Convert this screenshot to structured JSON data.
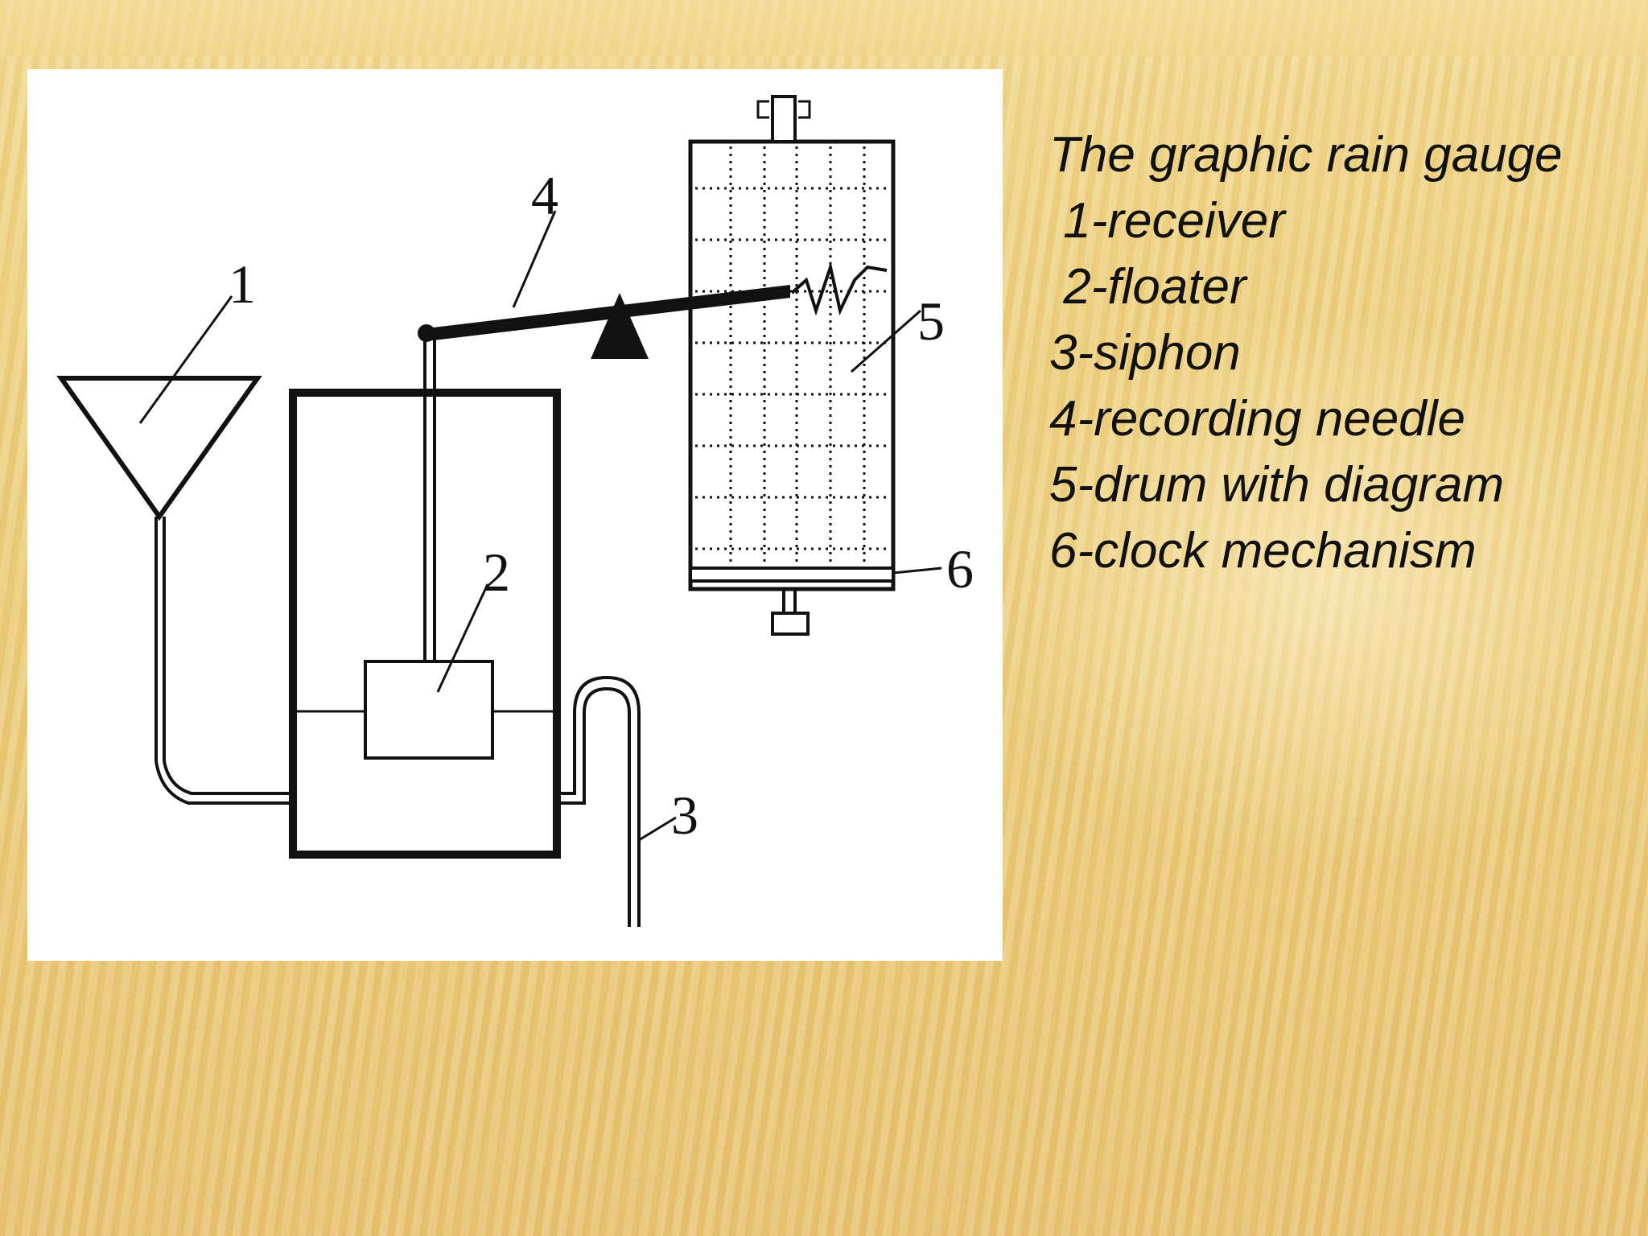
{
  "caption": {
    "title": "The graphic rain gauge",
    "items": [
      " 1-receiver",
      " 2-floater",
      "3-siphon",
      "4-recording needle",
      "5-drum with diagram",
      "6-clock mechanism"
    ]
  },
  "diagram": {
    "labels": [
      "1",
      "2",
      "3",
      "4",
      "5",
      "6"
    ]
  }
}
